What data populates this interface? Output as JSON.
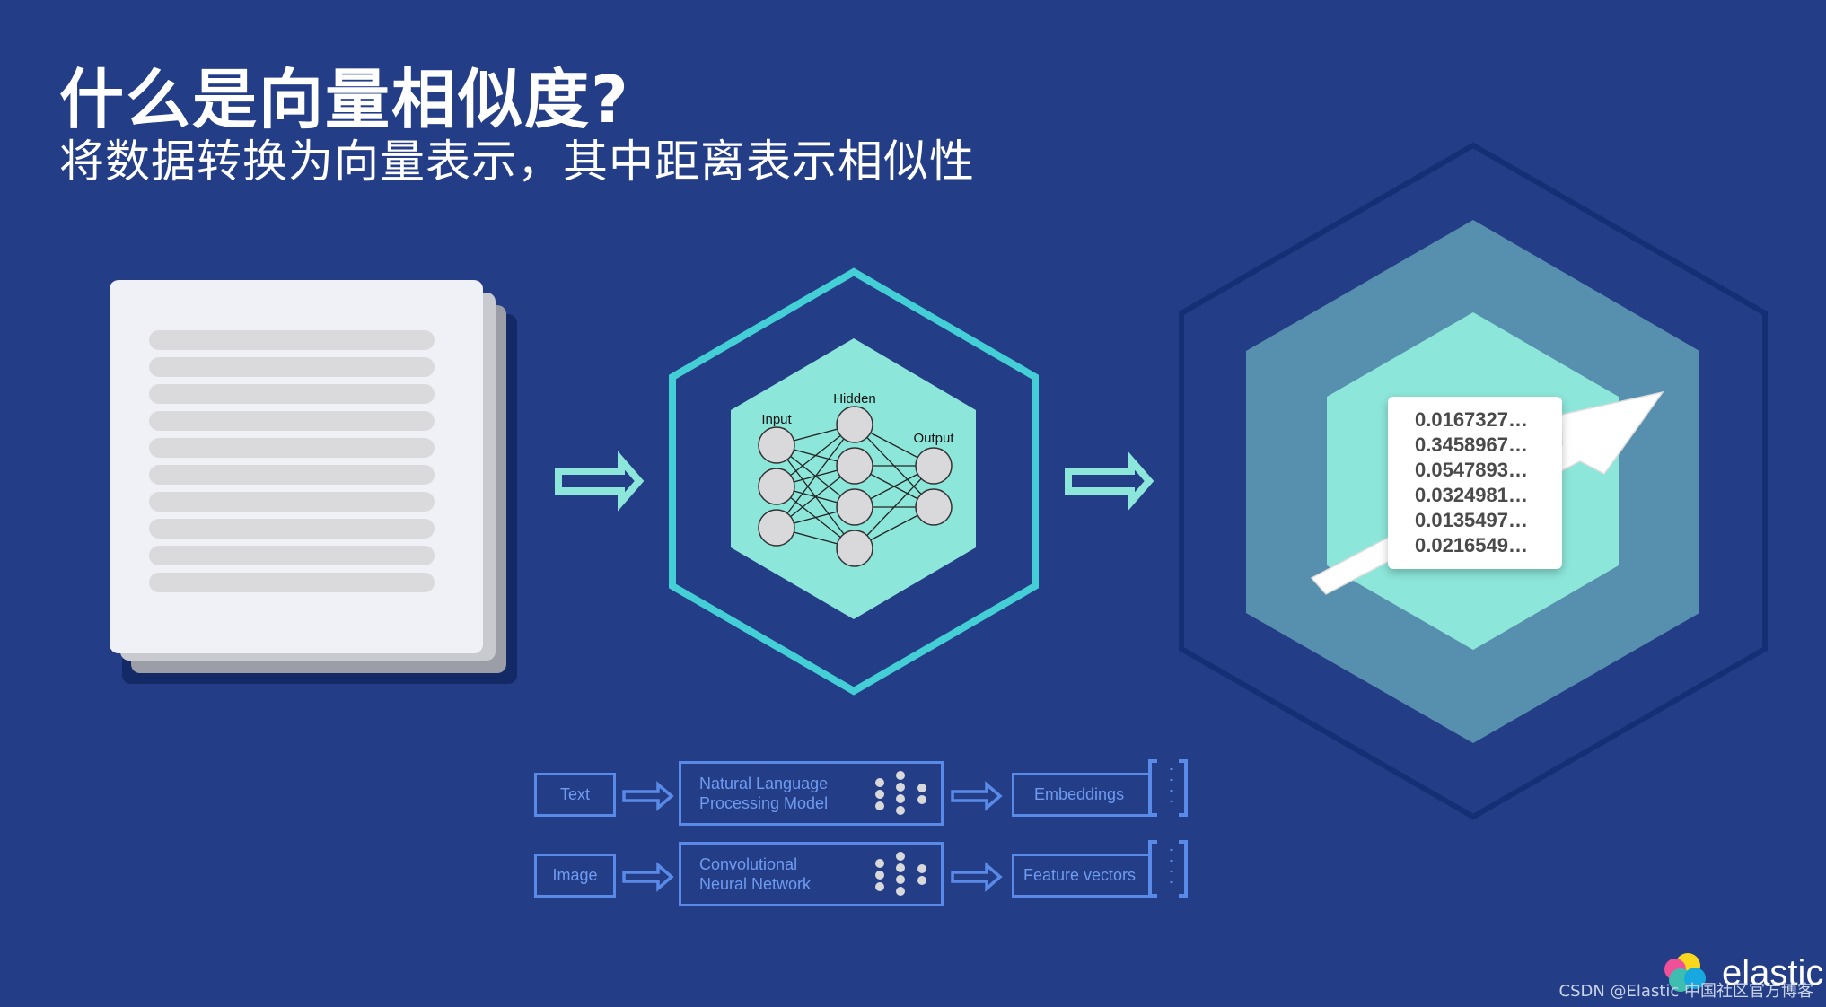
{
  "title": "什么是向量相似度?",
  "subtitle": "将数据转换为向量表示，其中距离表示相似性",
  "network": {
    "input_label": "Input",
    "hidden_label": "Hidden",
    "output_label": "Output"
  },
  "vector_values": [
    "0.0167327…",
    "0.3458967…",
    "0.0547893…",
    "0.0324981…",
    "0.0135497…",
    "0.0216549…"
  ],
  "pipelines": [
    {
      "input": "Text",
      "model_line1": "Natural Language",
      "model_line2": "Processing Model",
      "output": "Embeddings"
    },
    {
      "input": "Image",
      "model_line1": "Convolutional",
      "model_line2": "Neural Network",
      "output": "Feature vectors"
    }
  ],
  "brand": {
    "logo_text": "elastic"
  },
  "watermark": "CSDN @Elastic 中国社区官方博客",
  "colors": {
    "background": "#233d86",
    "teal": "#8ce6d9",
    "teal_outline": "#44cfd6",
    "pipeline_blue": "#5a8ae8"
  }
}
